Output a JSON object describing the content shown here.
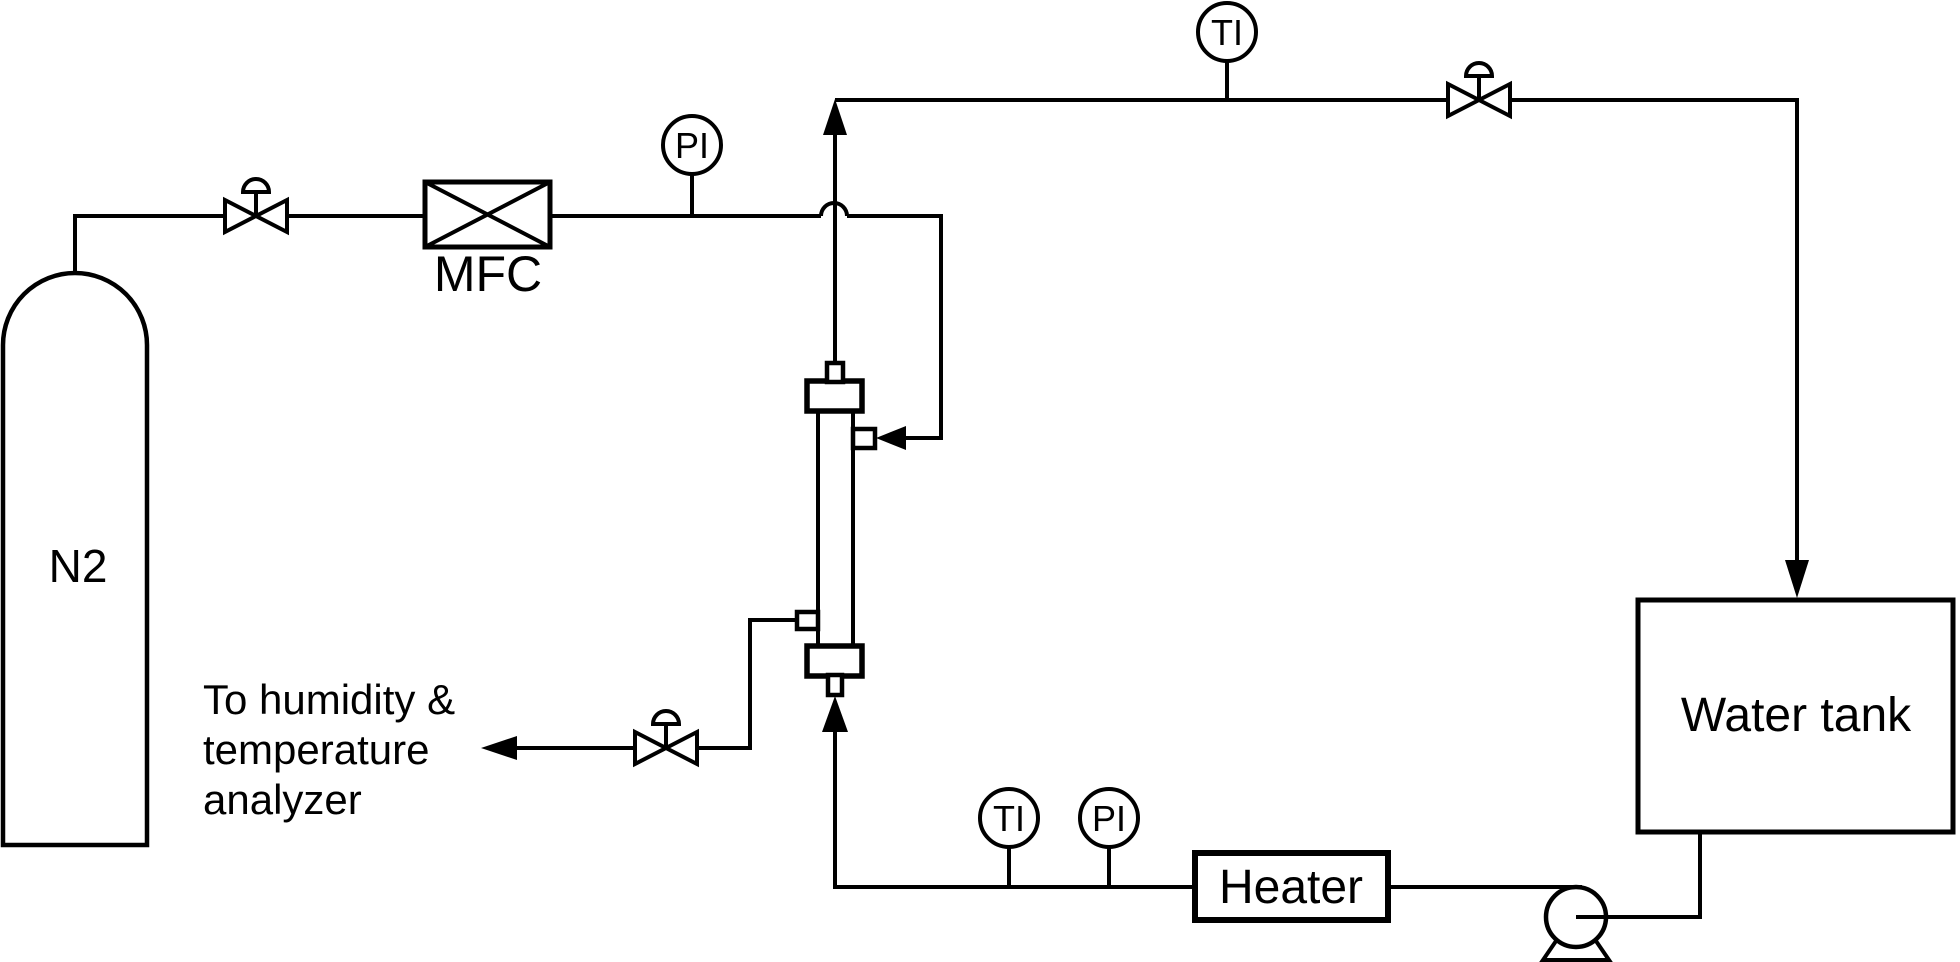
{
  "canvas": {
    "background": "#ffffff",
    "line_color": "#000000"
  },
  "labels": {
    "gas_cylinder": "N2",
    "mass_flow_controller": "MFC",
    "heater": "Heater",
    "water_tank": "Water tank",
    "outlet_note_line1": "To humidity &",
    "outlet_note_line2": "temperature",
    "outlet_note_line3": "analyzer"
  },
  "instruments": {
    "gas_pressure_indicator": "PI",
    "humid_line_temperature_indicator": "TI",
    "water_loop_temperature_indicator": "TI",
    "water_loop_pressure_indicator": "PI"
  }
}
